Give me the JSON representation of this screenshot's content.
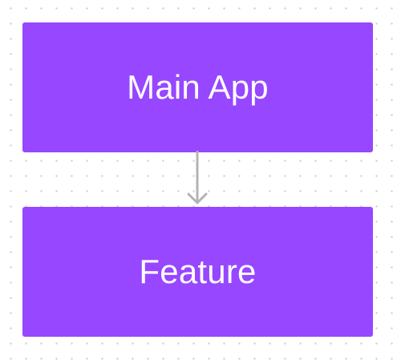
{
  "diagram": {
    "nodes": [
      {
        "label": "Main App"
      },
      {
        "label": "Feature"
      }
    ],
    "edges": [
      {
        "from": "Main App",
        "to": "Feature",
        "arrow": "arrow-down"
      }
    ]
  },
  "colors": {
    "node_fill": "#9747FF",
    "node_text": "#FFFFFF",
    "connector": "#B3B3B3",
    "grid_dot": "#C9C9C9",
    "background": "#FFFFFF"
  }
}
